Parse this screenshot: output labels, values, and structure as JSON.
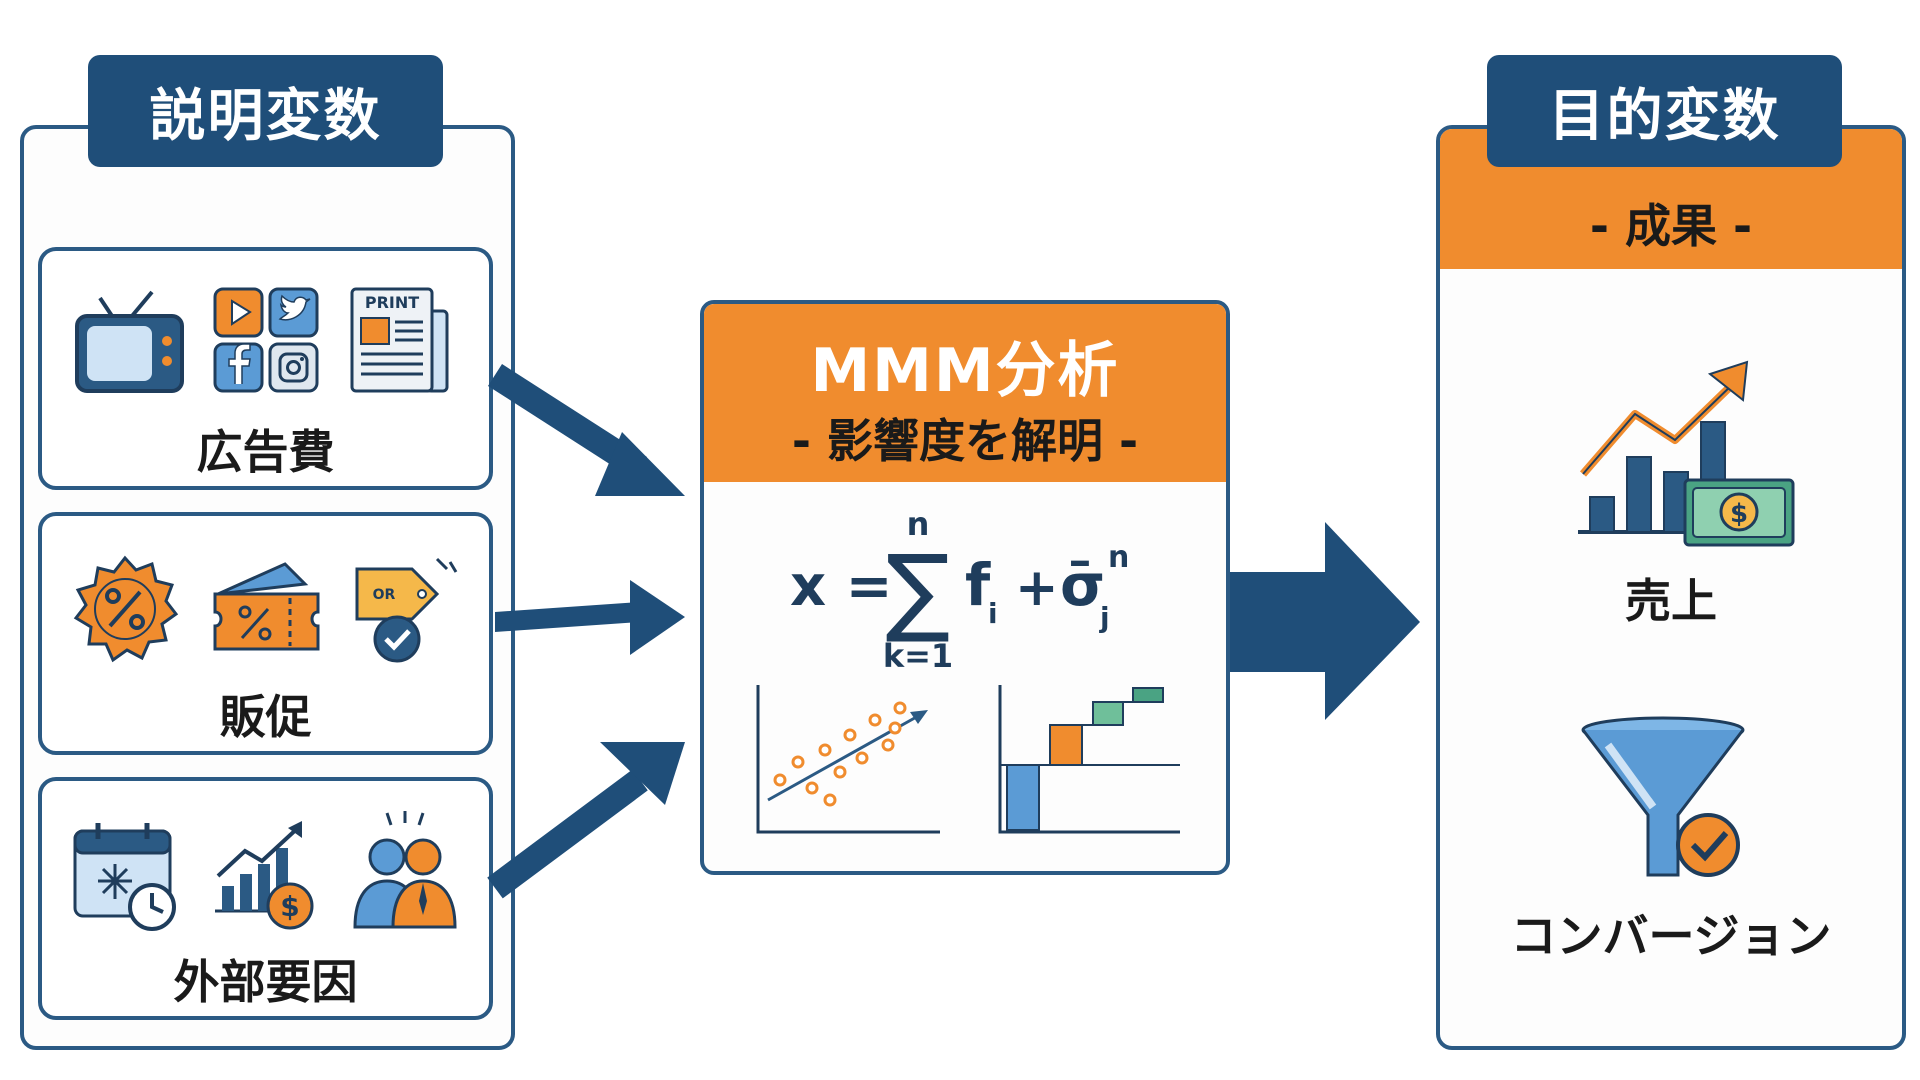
{
  "explanatory": {
    "title": "説明変数",
    "cards": [
      {
        "label": "広告費",
        "icons": [
          "tv-icon",
          "social-media-icons",
          "print-newspaper-icon"
        ],
        "print_text": "PRINT"
      },
      {
        "label": "販促",
        "icons": [
          "discount-badge-icon",
          "coupon-ticket-icon",
          "price-tag-check-icon"
        ],
        "tag_text": "OR"
      },
      {
        "label": "外部要因",
        "icons": [
          "calendar-clock-icon",
          "growth-dollar-icon",
          "people-icon"
        ]
      }
    ]
  },
  "analysis": {
    "title": "MMM分析",
    "subtitle": "- 影響度を解明 -",
    "formula": {
      "lhs": "x =",
      "sum_top": "n",
      "sum_symbol": "∑",
      "sum_bottom": "k=1",
      "term1": "f",
      "term1_sub": "i",
      "plus": "+",
      "term2": "σ̄",
      "term2_sub": "j",
      "term2_sup": "n"
    },
    "charts": [
      "scatter-regression-chart",
      "waterfall-chart"
    ]
  },
  "target": {
    "title": "目的変数",
    "subtitle": "- 成果 -",
    "items": [
      {
        "label": "売上",
        "icon": "sales-growth-icon"
      },
      {
        "label": "コンバージョン",
        "icon": "conversion-funnel-icon"
      }
    ]
  },
  "colors": {
    "navy": "#1f4e79",
    "blue": "#2b5a84",
    "orange": "#f08c2e",
    "light_blue": "#5b9bd5",
    "green": "#4aa383"
  }
}
